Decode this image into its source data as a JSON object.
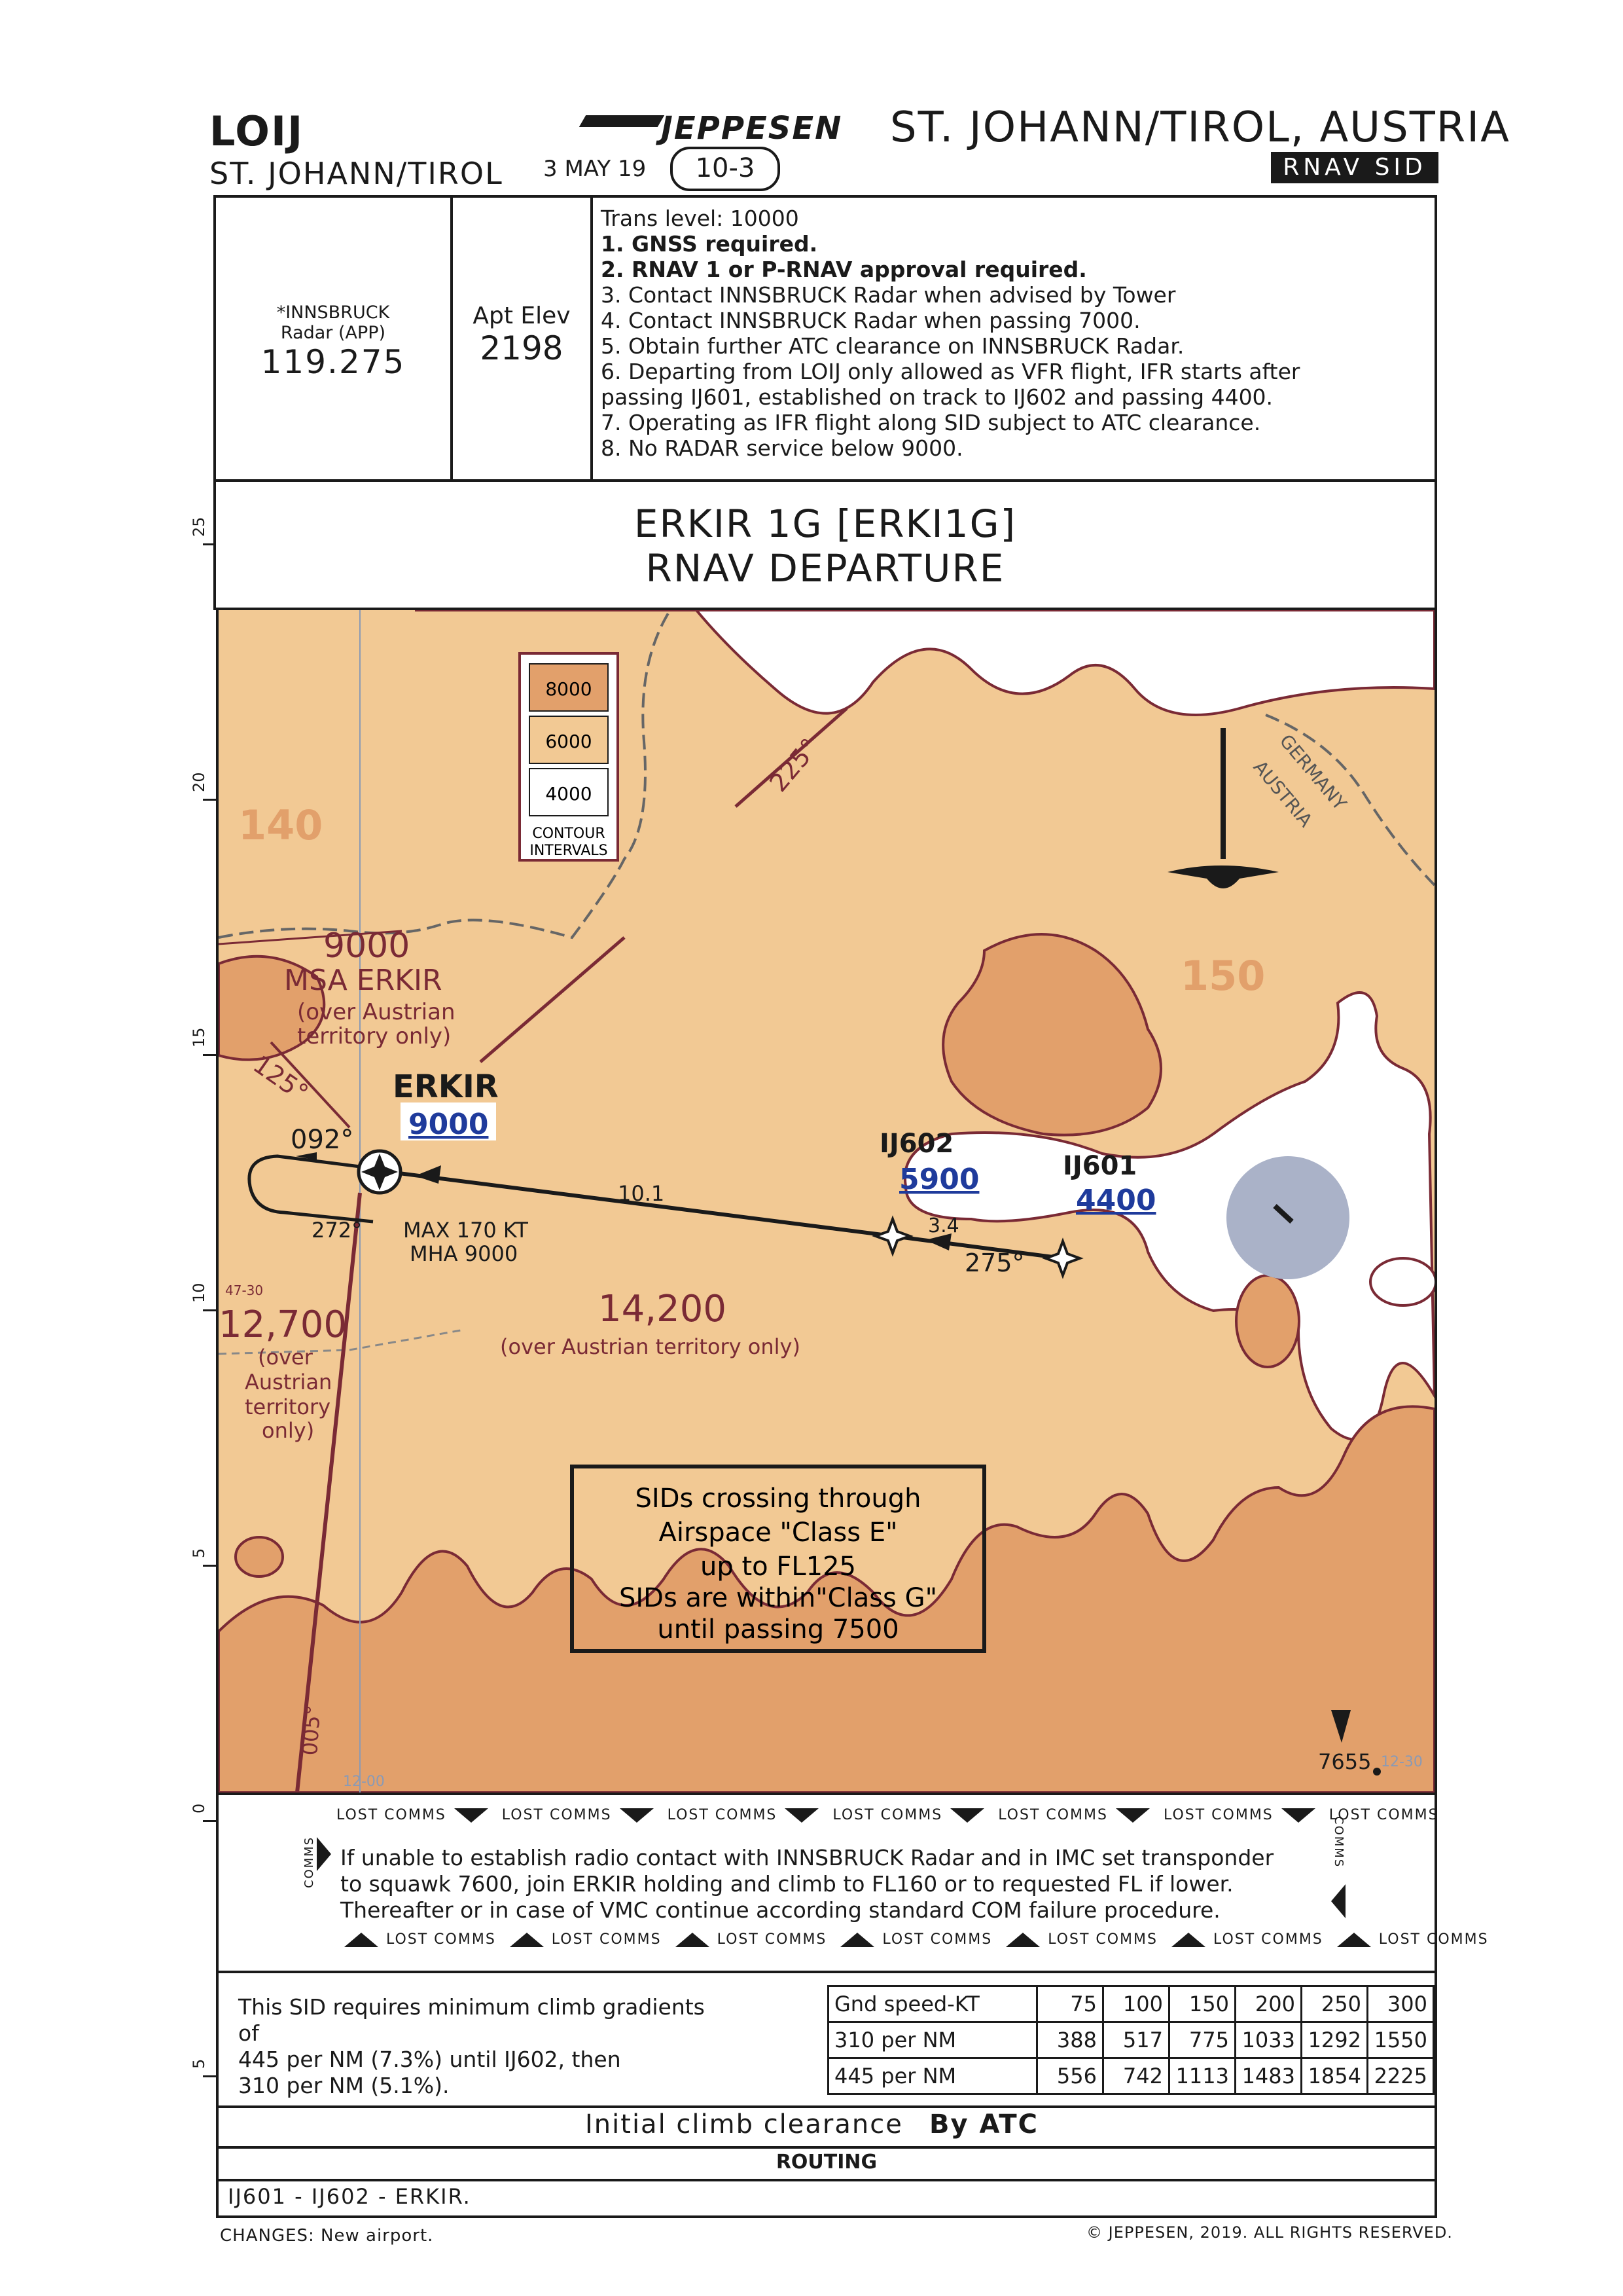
{
  "header": {
    "icao": "LOIJ",
    "airport_name": "ST. JOHANN/TIROL",
    "date": "3 MAY 19",
    "chart_no": "10-3",
    "publisher": "JEPPESEN",
    "city_country": "ST. JOHANN/TIROL, AUSTRIA",
    "chart_type": "RNAV SID"
  },
  "comms": {
    "name_line1": "*INNSBRUCK",
    "name_line2": "Radar (APP)",
    "freq": "119.275",
    "elev_label": "Apt Elev",
    "elev_value": "2198"
  },
  "notes": [
    {
      "text": "Trans level: 10000",
      "bold": false
    },
    {
      "text": "1. GNSS required.",
      "bold": true
    },
    {
      "text": "2. RNAV 1 or P-RNAV approval required.",
      "bold": true
    },
    {
      "text": "3. Contact INNSBRUCK Radar when advised by Tower",
      "bold": false
    },
    {
      "text": "4. Contact INNSBRUCK Radar when passing 7000.",
      "bold": false
    },
    {
      "text": "5. Obtain further ATC clearance on INNSBRUCK Radar.",
      "bold": false
    },
    {
      "text": "6. Departing from LOIJ only allowed as VFR flight, IFR starts after",
      "bold": false
    },
    {
      "text": "passing IJ601, established on track to IJ602 and passing 4400.",
      "bold": false
    },
    {
      "text": "7. Operating as IFR flight along SID subject to ATC clearance.",
      "bold": false
    },
    {
      "text": "8. No RADAR service below 9000.",
      "bold": false
    }
  ],
  "procedure": {
    "title1": "ERKIR 1G [ERKI1G]",
    "title2": "RNAV DEPARTURE"
  },
  "map": {
    "contour_legend": [
      "8000",
      "6000",
      "4000"
    ],
    "contour_caption1": "CONTOUR",
    "contour_caption2": "INTERVALS",
    "grid_140": "140",
    "grid_150": "150",
    "msa_alt": "9000",
    "msa_name": "MSA ERKIR",
    "msa_note1": "(over Austrian",
    "msa_note2": "territory only)",
    "border_de": "GERMANY",
    "border_at": "AUSTRIA",
    "brg_225": "225°",
    "brg_125": "125°",
    "brg_092": "092°",
    "brg_272": "272°",
    "brg_275": "275°",
    "brg_005": "005°",
    "dist_10_1": "10.1",
    "dist_3_4": "3.4",
    "wp_erkir": "ERKIR",
    "wp_erkir_alt": "9000",
    "wp_ij602": "IJ602",
    "wp_ij602_alt": "5900",
    "wp_ij601": "IJ601",
    "wp_ij601_alt": "4400",
    "hold_speed": "MAX 170 KT",
    "hold_mha": "MHA 9000",
    "grid_12700": "12,700",
    "grid_12700_n1": "(over",
    "grid_12700_n2": "Austrian",
    "grid_12700_n3": "territory",
    "grid_12700_n4": "only)",
    "grid_14200": "14,200",
    "grid_14200_note": "(over Austrian territory only)",
    "lat_4730": "47-30",
    "lon_1200": "12-00",
    "lon_1230": "12-30",
    "spot_7655": "7655",
    "airspace_l1": "SIDs crossing through",
    "airspace_l2": "Airspace \"Class E\"",
    "airspace_l3": "up to FL125",
    "airspace_l4": "SIDs are within\"Class G\"",
    "airspace_l5": "until passing 7500"
  },
  "ruler": [
    "25",
    "20",
    "15",
    "10",
    "5",
    "0",
    "5"
  ],
  "lost_comms": {
    "label": "LOST COMMS",
    "side_label": "COMMS",
    "line1": "If unable to establish radio contact with INNSBRUCK Radar and in IMC set transponder",
    "line2": "to squawk 7600, join ERKIR holding and climb to FL160 or to requested FL if lower.",
    "line3": "Thereafter or in case of VMC continue according standard COM failure procedure."
  },
  "climb": {
    "text1": "This SID requires minimum climb gradients",
    "text2": "of",
    "text3": "445 per NM (7.3%) until IJ602, then",
    "text4": "310 per NM (5.1%).",
    "table": {
      "header": [
        "Gnd speed-KT",
        "75",
        "100",
        "150",
        "200",
        "250",
        "300"
      ],
      "rows": [
        [
          "310 per NM",
          "388",
          "517",
          "775",
          "1033",
          "1292",
          "1550"
        ],
        [
          "445 per NM",
          "556",
          "742",
          "1113",
          "1483",
          "1854",
          "2225"
        ]
      ]
    }
  },
  "clearance": {
    "label": "Initial climb clearance",
    "value": "By ATC"
  },
  "routing": {
    "heading": "ROUTING",
    "route": "IJ601 - IJ602 - ERKIR."
  },
  "footer": {
    "changes_label": "CHANGES:",
    "changes": "New airport.",
    "copyright": "© JEPPESEN, 2019. ALL RIGHTS RESERVED."
  },
  "colors": {
    "terrain_low": "#f2c994",
    "terrain_high": "#e2a06b",
    "terrain_white": "#ffffff",
    "boundary": "#7a2a35",
    "airport_circle": "#aab2c8",
    "alt_blue": "#1f3b9c"
  }
}
